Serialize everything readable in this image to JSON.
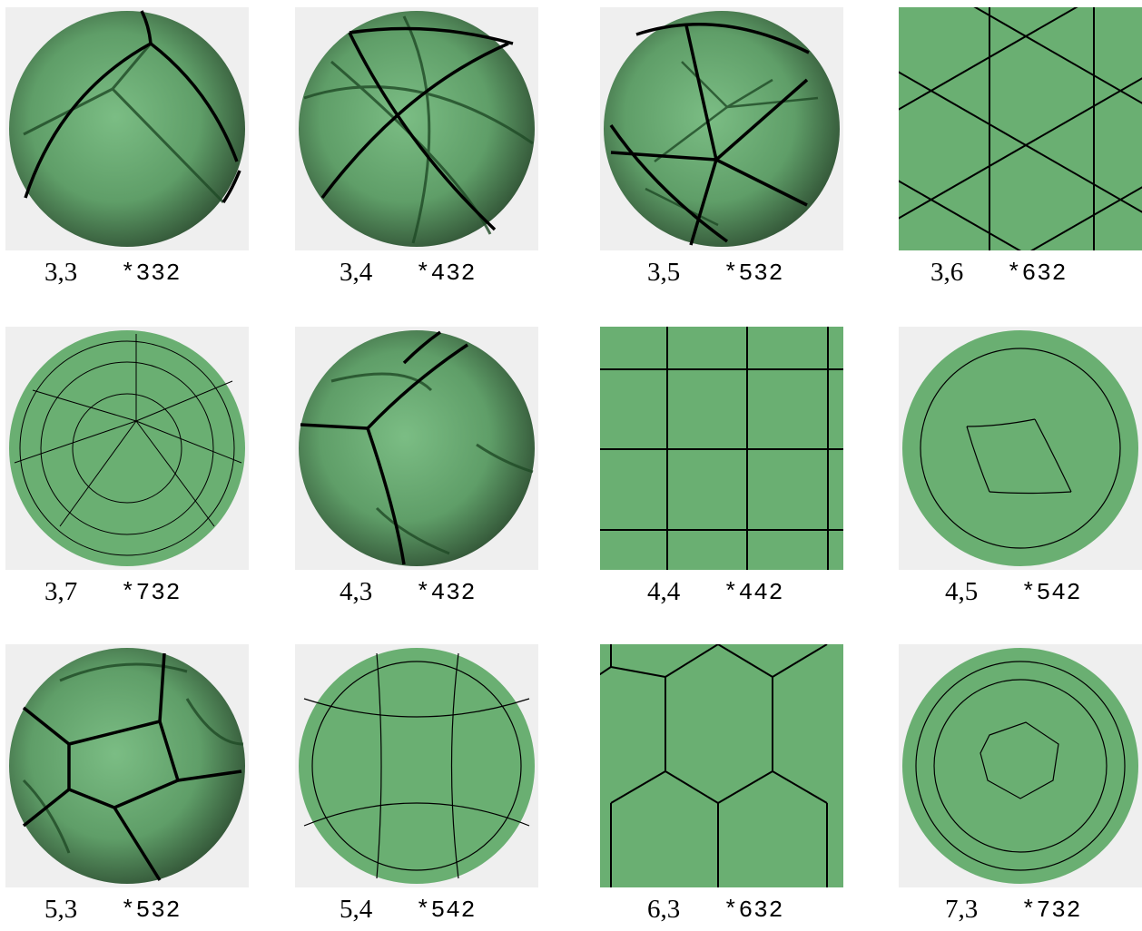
{
  "tiles": [
    {
      "schlafli": "3,3",
      "orbifold": "*332",
      "kind": "sphere"
    },
    {
      "schlafli": "3,4",
      "orbifold": "*432",
      "kind": "sphere"
    },
    {
      "schlafli": "3,5",
      "orbifold": "*532",
      "kind": "sphere"
    },
    {
      "schlafli": "3,6",
      "orbifold": "*632",
      "kind": "euclidean"
    },
    {
      "schlafli": "3,7",
      "orbifold": "*732",
      "kind": "hyperbolic"
    },
    {
      "schlafli": "4,3",
      "orbifold": "*432",
      "kind": "sphere"
    },
    {
      "schlafli": "4,4",
      "orbifold": "*442",
      "kind": "euclidean"
    },
    {
      "schlafli": "4,5",
      "orbifold": "*542",
      "kind": "hyperbolic"
    },
    {
      "schlafli": "5,3",
      "orbifold": "*532",
      "kind": "sphere"
    },
    {
      "schlafli": "5,4",
      "orbifold": "*542",
      "kind": "hyperbolic"
    },
    {
      "schlafli": "6,3",
      "orbifold": "*632",
      "kind": "euclidean"
    },
    {
      "schlafli": "7,3",
      "orbifold": "*732",
      "kind": "hyperbolic"
    }
  ],
  "colors": {
    "tile_green": "#6aaf72",
    "edge": "#000000",
    "panel_bg": "#efefef"
  }
}
